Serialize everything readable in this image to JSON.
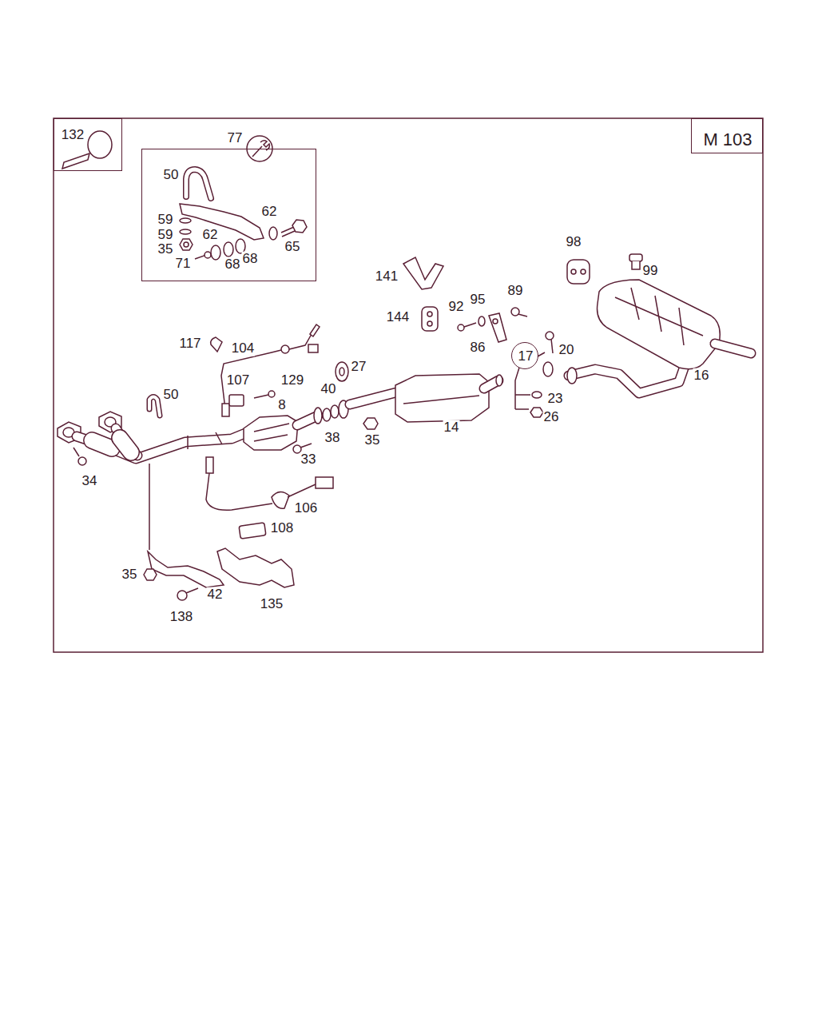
{
  "diagram": {
    "nodes": [
      {
        "text": [
          "132"
        ]
      },
      {
        "text": [
          "77",
          "50",
          "62",
          "59",
          "59",
          "62",
          "35",
          "65",
          "71",
          "68",
          "68"
        ]
      },
      {
        "text": [
          "M 103"
        ]
      },
      {
        "text": [
          "17"
        ]
      }
    ],
    "labels": [
      "141",
      "98",
      "99",
      "144",
      "92",
      "95",
      "89",
      "86",
      "20",
      "23",
      "26",
      "16",
      "14",
      "117",
      "104",
      "107",
      "129",
      "8",
      "27",
      "40",
      "38",
      "35",
      "33",
      "50",
      "34",
      "106",
      "108",
      "35",
      "42",
      "138",
      "135"
    ]
  }
}
